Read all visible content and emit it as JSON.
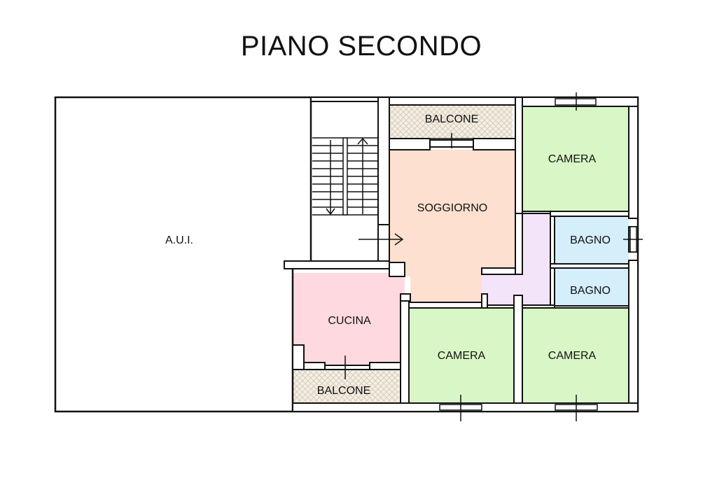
{
  "plan": {
    "title": "PIANO SECONDO",
    "rooms": [
      {
        "id": "aui",
        "label": "A.U.I."
      },
      {
        "id": "balcone-top",
        "label": "BALCONE"
      },
      {
        "id": "camera-ne",
        "label": "CAMERA"
      },
      {
        "id": "soggiorno",
        "label": "SOGGIORNO"
      },
      {
        "id": "bagno-1",
        "label": "BAGNO"
      },
      {
        "id": "bagno-2",
        "label": "BAGNO"
      },
      {
        "id": "cucina",
        "label": "CUCINA"
      },
      {
        "id": "camera-s",
        "label": "CAMERA"
      },
      {
        "id": "camera-se",
        "label": "CAMERA"
      },
      {
        "id": "balcone-bottom",
        "label": "BALCONE"
      }
    ],
    "colors": {
      "living": "#fde0cf",
      "bedroom": "#d9f7c6",
      "bath": "#d4eefa",
      "kitchen": "#ffd9e0",
      "corridor": "#f3e4fa",
      "wall": "#111111",
      "balcony_hatch": "#e3d8c8"
    }
  }
}
